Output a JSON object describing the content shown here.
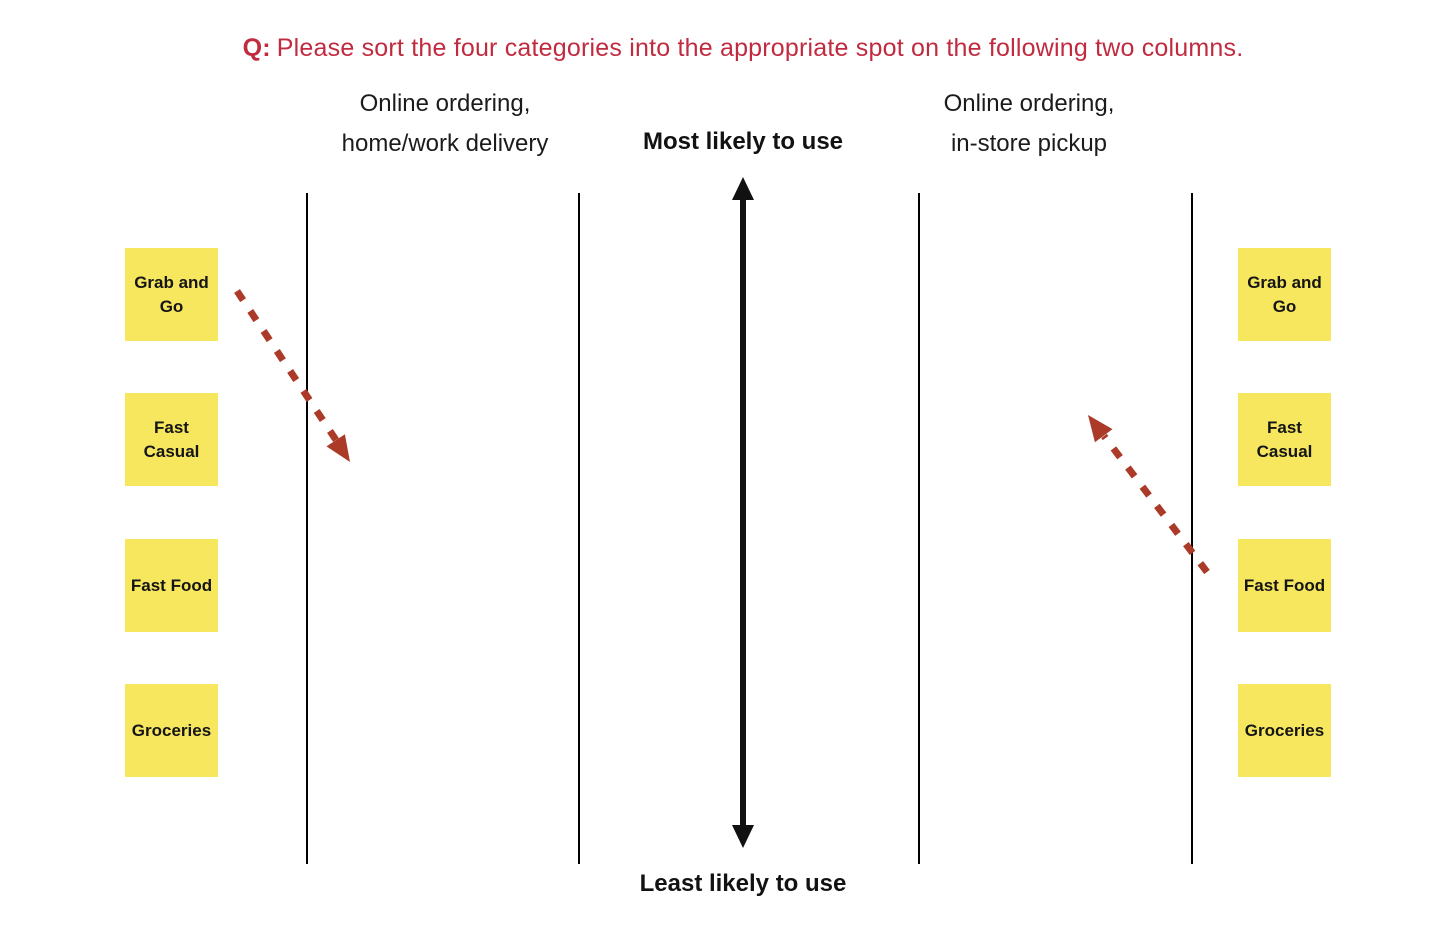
{
  "question": {
    "prefix": "Q:",
    "text": "Please sort the four categories into the appropriate spot on the following two columns."
  },
  "columns": [
    {
      "id": "home-work-delivery",
      "header_line1": "Online ordering,",
      "header_line2": "home/work delivery"
    },
    {
      "id": "in-store-pickup",
      "header_line1": "Online ordering,",
      "header_line2": "in-store pickup"
    }
  ],
  "axis": {
    "top_label": "Most likely to use",
    "bottom_label": "Least likely to use"
  },
  "stickies": {
    "left": [
      "Grab and Go",
      "Fast Casual",
      "Fast Food",
      "Groceries"
    ],
    "right": [
      "Grab and Go",
      "Fast Casual",
      "Fast Food",
      "Groceries"
    ]
  },
  "icons": {
    "center_axis": "double-headed-vertical-arrow",
    "left_hint": "dashed-arrow-down-right",
    "right_hint": "dashed-arrow-up-left"
  },
  "colors": {
    "question_red": "#C02B40",
    "sticky_yellow": "#F7E75F",
    "arrow_brick": "#AC3A28",
    "ink": "#111111",
    "line_black": "#000000"
  }
}
